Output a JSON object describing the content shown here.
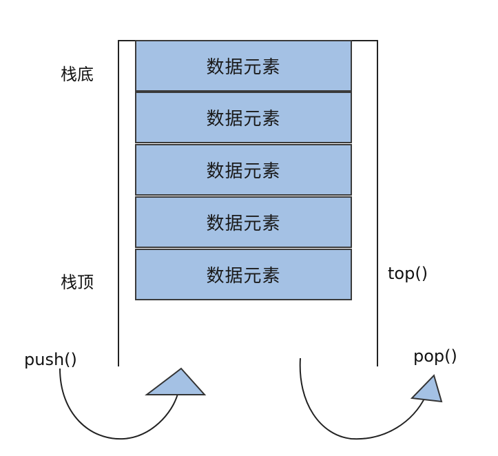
{
  "labels": {
    "bottom": "栈底",
    "top": "栈顶",
    "top_func": "top()",
    "push_func": "push()",
    "pop_func": "pop()"
  },
  "elements": [
    "数据元素",
    "数据元素",
    "数据元素",
    "数据元素",
    "数据元素"
  ],
  "colors": {
    "element_fill": "#a4c1e4",
    "arrowhead_fill": "#a4c1e4",
    "stroke": "#222222"
  }
}
